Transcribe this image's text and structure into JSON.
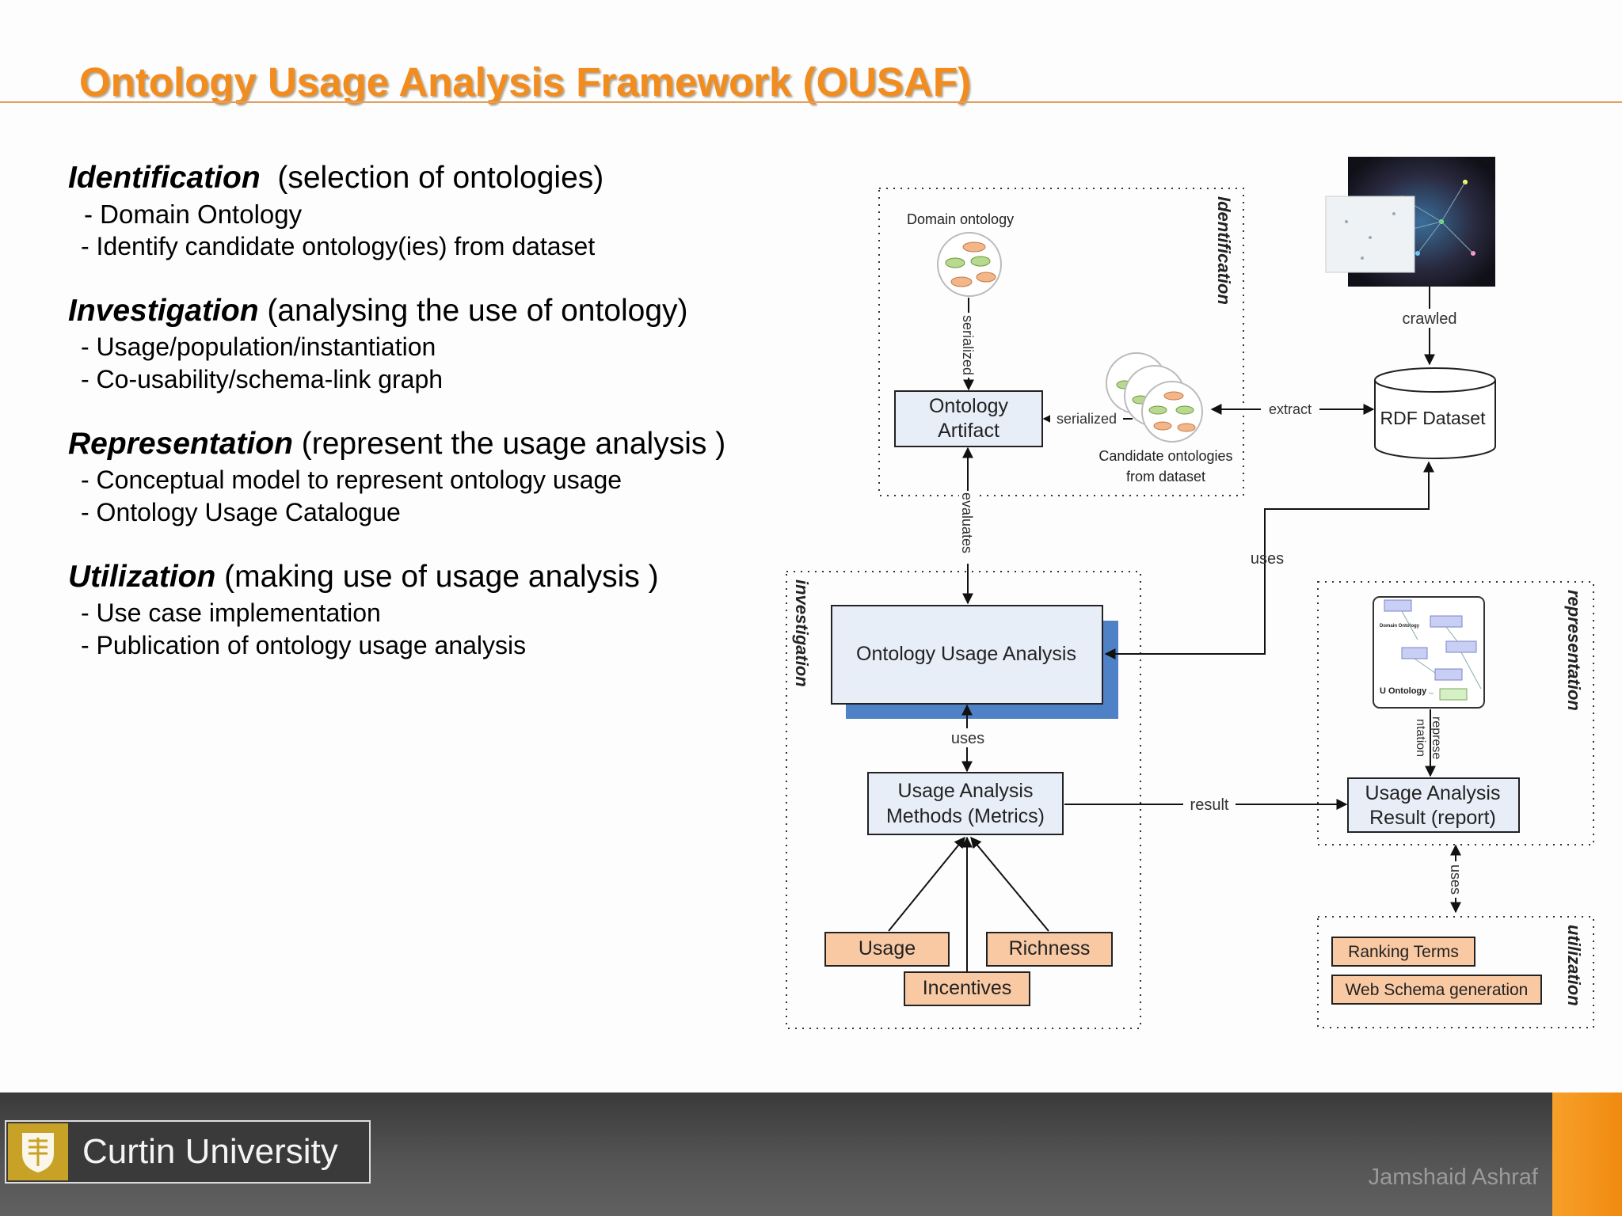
{
  "title": "Ontology Usage Analysis Framework (OUSAF)",
  "outline": [
    {
      "keyword": "Identification",
      "desc": "  (selection of ontologies)",
      "items": [
        "- Domain Ontology",
        "- Identify candidate ontology(ies)  from dataset"
      ]
    },
    {
      "keyword": "Investigation",
      "desc": " (analysing the use of ontology)",
      "items": [
        "- Usage/population/instantiation",
        "- Co-usability/schema-link graph"
      ]
    },
    {
      "keyword": "Representation",
      "desc": " (represent the usage analysis )",
      "items": [
        "- Conceptual model to represent ontology usage",
        "- Ontology Usage Catalogue"
      ]
    },
    {
      "keyword": "Utilization",
      "desc": " (making use of usage analysis )",
      "items": [
        "- Use case implementation",
        "- Publication of ontology usage analysis"
      ]
    }
  ],
  "diagram": {
    "regions": {
      "identification": "Identification",
      "investigation": "investigation",
      "representation": "representation",
      "utilization": "utilization"
    },
    "domain_ontology_label": "Domain ontology",
    "nodes": {
      "ontology_artifact": [
        "Ontology",
        "Artifact"
      ],
      "rdf_dataset": "RDF Dataset",
      "candidate_ontologies": [
        "Candidate ontologies",
        "from dataset"
      ],
      "ontology_usage_analysis": "Ontology Usage Analysis",
      "usage_analysis_methods": [
        "Usage Analysis",
        "Methods (Metrics)"
      ],
      "usage": "Usage",
      "richness": "Richness",
      "incentives": "Incentives",
      "usage_analysis_result": [
        "Usage Analysis",
        "Result (report)"
      ],
      "ranking_terms": "Ranking Terms",
      "web_schema_generation": "Web Schema generation",
      "u_ontology_label": "U Ontology",
      "u_ontology_domain": "Domain Ontology"
    },
    "edges": {
      "serialized_vertical": "serialized",
      "serialized_horizontal": "serialized",
      "extract": "extract",
      "crawled": "crawled",
      "evaluates": "evaluates",
      "uses_rdf": "uses",
      "uses_methods": "uses",
      "result": "result",
      "representation": [
        "represe",
        "ntation"
      ],
      "uses_util": "uses"
    }
  },
  "footer": {
    "university": "Curtin University",
    "author": "Jamshaid Ashraf"
  }
}
